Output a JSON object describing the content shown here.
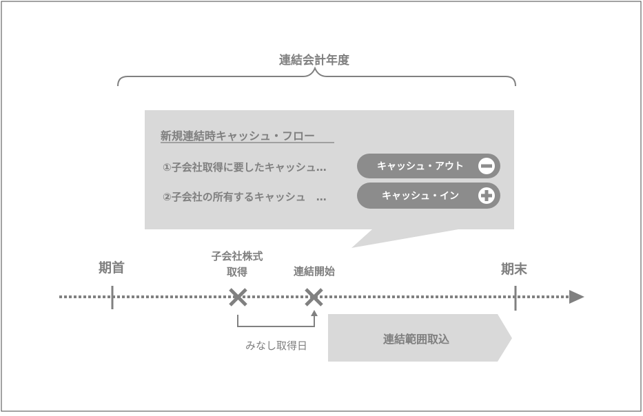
{
  "fiscal_year": {
    "label": "連結会計年度"
  },
  "callout": {
    "title": "新規連結時キャッシュ・フロー",
    "rows": [
      {
        "text": "①子会社取得に要したキャッシュ…",
        "pill_label": "キャッシュ・アウト",
        "sign": "minus"
      },
      {
        "text": "②子会社の所有するキャッシュ　…",
        "pill_label": "キャッシュ・イン",
        "sign": "plus"
      }
    ]
  },
  "timeline": {
    "start_label": "期首",
    "end_label": "期末",
    "acquisition_label_line1": "子会社株式",
    "acquisition_label_line2": "取得",
    "consolidation_start_label": "連結開始",
    "deemed_date_label": "みなし取得日",
    "scope_label": "連結範囲取込"
  },
  "colors": {
    "panel": "#d9d9d9",
    "dark": "#808080",
    "text": "#7f7f7f",
    "pill": "#8c8c8c",
    "arrow": "#d9d9d9"
  }
}
